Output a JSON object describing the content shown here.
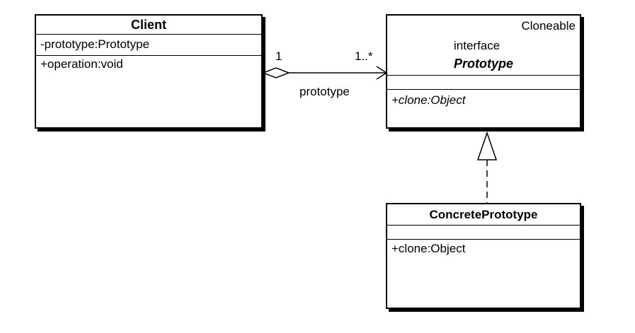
{
  "client": {
    "name": "Client",
    "attribute": "-prototype:Prototype",
    "operation": "+operation:void"
  },
  "prototype": {
    "stereotype_line1": "Cloneable",
    "stereotype_line2": "interface",
    "name": "Prototype",
    "operation": "+clone:Object"
  },
  "concrete": {
    "name": "ConcretePrototype",
    "operation": "+clone:Object"
  },
  "association": {
    "source_multiplicity": "1",
    "target_multiplicity": "1..*",
    "role": "prototype"
  }
}
